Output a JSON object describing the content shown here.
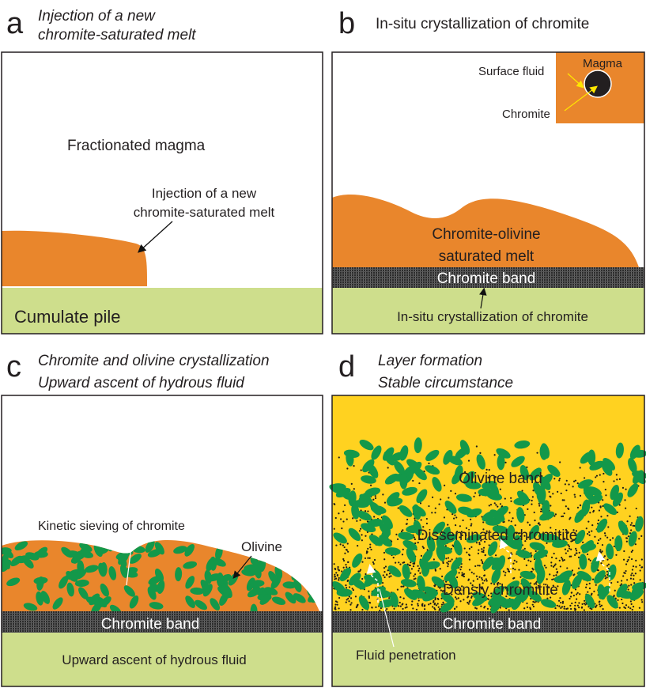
{
  "colors": {
    "orange": "#E9862C",
    "ground": "#CEDE8C",
    "olivine": "#13984A",
    "yellow": "#FFD220",
    "band": "#3a3a3a"
  },
  "panel_a": {
    "letter": "a",
    "title": [
      "Injection of a new",
      "chromite-saturated melt"
    ],
    "magma_label": "Fractionated magma",
    "injection_label": [
      "Injection of a new",
      "chromite-saturated melt"
    ],
    "ground_label": "Cumulate pile"
  },
  "panel_b": {
    "letter": "b",
    "title": "In-situ crystallization of chromite",
    "inset": {
      "magma": "Magma",
      "surface_fluid": "Surface fluid",
      "chromite": "Chromite"
    },
    "melt_label": [
      "Chromite-olivine",
      "saturated melt"
    ],
    "band_label": "Chromite band",
    "ground_label": "In-situ crystallization of chromite"
  },
  "panel_c": {
    "letter": "c",
    "title": [
      "Chromite and olivine crystallization",
      "Upward ascent of hydrous fluid"
    ],
    "sieving_label": "Kinetic sieving of chromite",
    "olivine_label": "Olivine",
    "band_label": "Chromite band",
    "ground_label": "Upward ascent of hydrous fluid"
  },
  "panel_d": {
    "letter": "d",
    "title": [
      "Layer formation",
      "Stable circumstance"
    ],
    "olivine_band": "Olivine band",
    "disseminated": "Disseminated chromitite",
    "densly": "Densly chromitite",
    "band_label": "Chromite band",
    "fluid_label": "Fluid penetration"
  }
}
